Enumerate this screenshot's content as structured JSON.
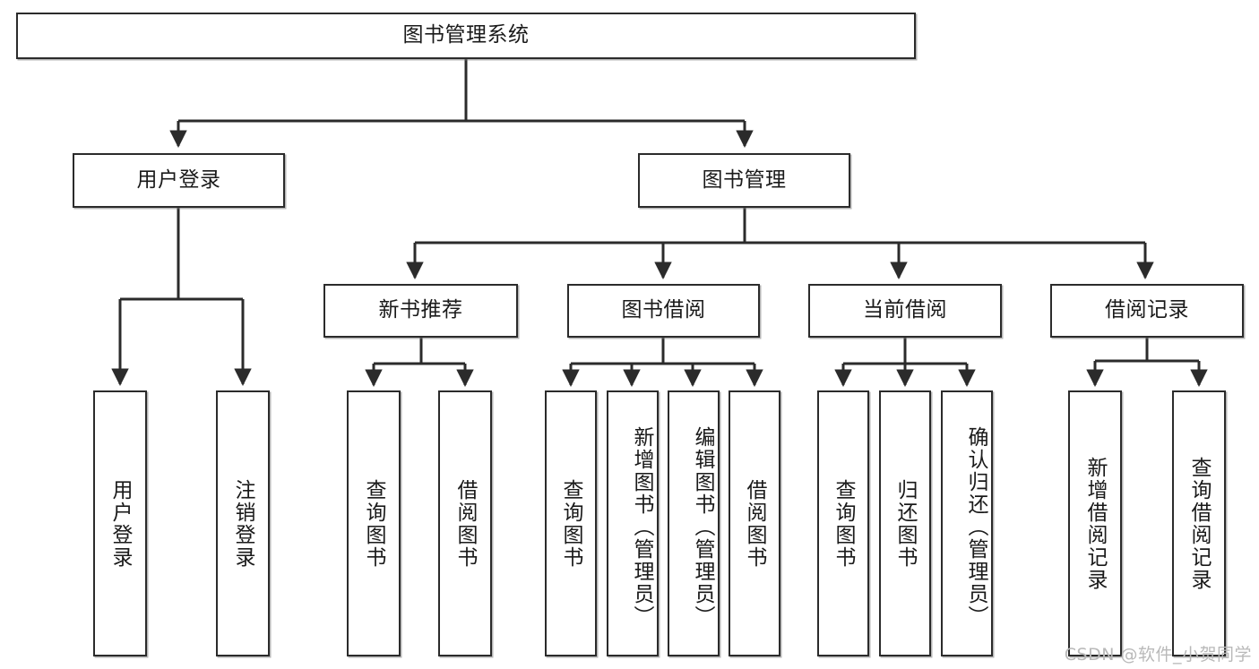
{
  "diagram": {
    "type": "tree-hierarchy-diagram",
    "title": "图书管理系统",
    "watermark": "CSDN @软件_小贺同学",
    "colors": {
      "box_border": "#2b2b2b",
      "box_fill": "#ffffff",
      "edge": "#2b2b2b",
      "text": "#1a1a1a",
      "watermark": "#b9b9b9"
    },
    "nodes": {
      "root": {
        "label": "图书管理系统"
      },
      "level2": [
        {
          "id": "user-login",
          "label": "用户登录"
        },
        {
          "id": "book-manage",
          "label": "图书管理"
        }
      ],
      "level3": [
        {
          "id": "new-book-recommend",
          "label": "新书推荐"
        },
        {
          "id": "book-borrow",
          "label": "图书借阅"
        },
        {
          "id": "current-borrow",
          "label": "当前借阅"
        },
        {
          "id": "borrow-record",
          "label": "借阅记录"
        }
      ],
      "leaves": [
        {
          "id": "leaf-user-login",
          "parent": "user-login",
          "label": "用户登录"
        },
        {
          "id": "leaf-logout",
          "parent": "user-login",
          "label": "注销登录"
        },
        {
          "id": "leaf-query-book-1",
          "parent": "new-book-recommend",
          "label": "查询图书"
        },
        {
          "id": "leaf-borrow-book-1",
          "parent": "new-book-recommend",
          "label": "借阅图书"
        },
        {
          "id": "leaf-query-book-2",
          "parent": "book-borrow",
          "label": "查询图书"
        },
        {
          "id": "leaf-add-book",
          "parent": "book-borrow",
          "label": "新增图书（管理员）"
        },
        {
          "id": "leaf-edit-book",
          "parent": "book-borrow",
          "label": "编辑图书（管理员）"
        },
        {
          "id": "leaf-borrow-book-2",
          "parent": "book-borrow",
          "label": "借阅图书"
        },
        {
          "id": "leaf-query-book-3",
          "parent": "current-borrow",
          "label": "查询图书"
        },
        {
          "id": "leaf-return-book",
          "parent": "current-borrow",
          "label": "归还图书"
        },
        {
          "id": "leaf-confirm-return",
          "parent": "current-borrow",
          "label": "确认归还（管理员）"
        },
        {
          "id": "leaf-add-record",
          "parent": "borrow-record",
          "label": "新增借阅记录"
        },
        {
          "id": "leaf-query-record",
          "parent": "borrow-record",
          "label": "查询借阅记录"
        }
      ]
    }
  }
}
